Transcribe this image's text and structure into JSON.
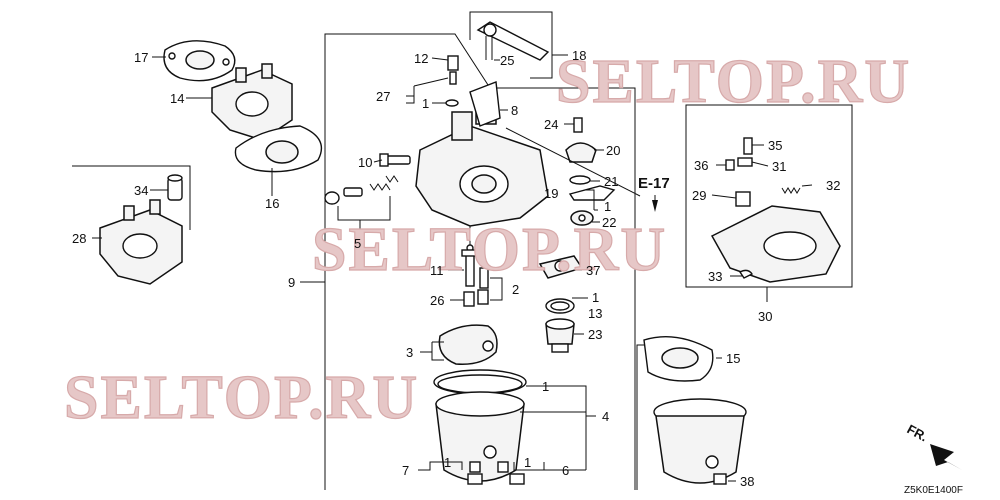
{
  "callouts": [
    {
      "id": "c17",
      "text": "17"
    },
    {
      "id": "c14",
      "text": "14"
    },
    {
      "id": "c16",
      "text": "16"
    },
    {
      "id": "c34",
      "text": "34"
    },
    {
      "id": "c28",
      "text": "28"
    },
    {
      "id": "c9",
      "text": "9"
    },
    {
      "id": "c12",
      "text": "12"
    },
    {
      "id": "c27",
      "text": "27"
    },
    {
      "id": "c1a",
      "text": "1"
    },
    {
      "id": "c8",
      "text": "8"
    },
    {
      "id": "c25",
      "text": "25"
    },
    {
      "id": "c18",
      "text": "18"
    },
    {
      "id": "c24",
      "text": "24"
    },
    {
      "id": "c20",
      "text": "20"
    },
    {
      "id": "c21",
      "text": "21"
    },
    {
      "id": "c19",
      "text": "19"
    },
    {
      "id": "c1b",
      "text": "1"
    },
    {
      "id": "c22",
      "text": "22"
    },
    {
      "id": "c10",
      "text": "10"
    },
    {
      "id": "c5",
      "text": "5"
    },
    {
      "id": "c11",
      "text": "11"
    },
    {
      "id": "c2",
      "text": "2"
    },
    {
      "id": "c26",
      "text": "26"
    },
    {
      "id": "c37",
      "text": "37"
    },
    {
      "id": "c1c",
      "text": "1"
    },
    {
      "id": "c13",
      "text": "13"
    },
    {
      "id": "c23",
      "text": "23"
    },
    {
      "id": "c3",
      "text": "3"
    },
    {
      "id": "c1d",
      "text": "1"
    },
    {
      "id": "c4",
      "text": "4"
    },
    {
      "id": "c7",
      "text": "7"
    },
    {
      "id": "c1e",
      "text": "1"
    },
    {
      "id": "c1f",
      "text": "1"
    },
    {
      "id": "c6",
      "text": "6"
    },
    {
      "id": "c35",
      "text": "35"
    },
    {
      "id": "c36",
      "text": "36"
    },
    {
      "id": "c31",
      "text": "31"
    },
    {
      "id": "c29",
      "text": "29"
    },
    {
      "id": "c32",
      "text": "32"
    },
    {
      "id": "c33",
      "text": "33"
    },
    {
      "id": "c30",
      "text": "30"
    },
    {
      "id": "c15",
      "text": "15"
    },
    {
      "id": "c38",
      "text": "38"
    }
  ],
  "reference": "E-17",
  "front_marker": "FR.",
  "diagram_code": "Z5K0E1400F",
  "watermark": "SELTOP.RU"
}
